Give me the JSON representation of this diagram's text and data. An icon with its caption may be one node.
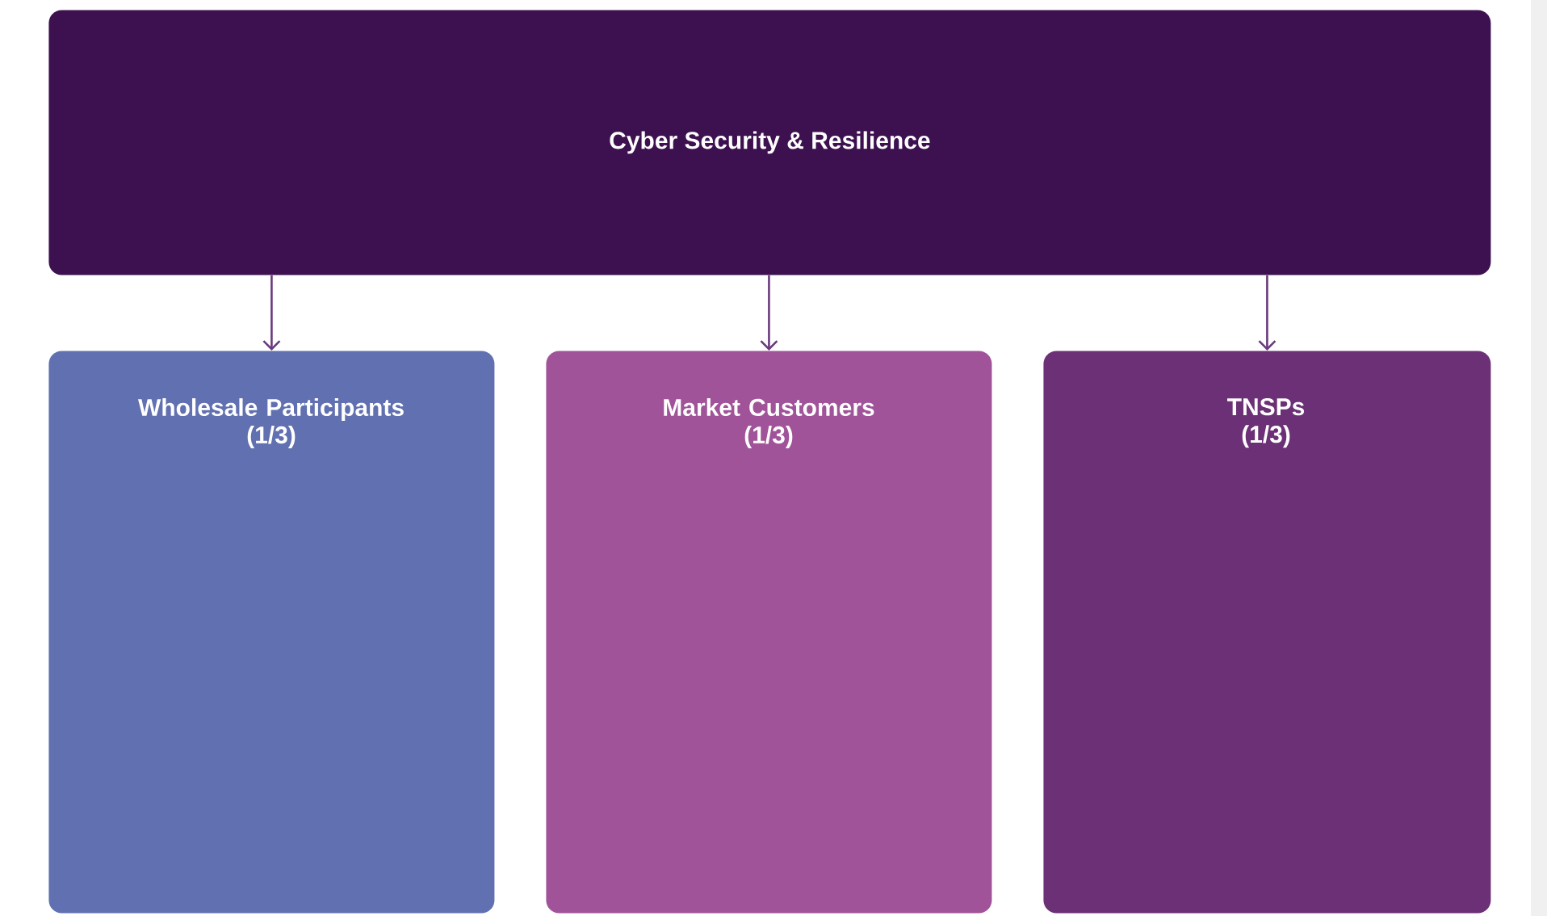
{
  "diagram": {
    "nodes": [
      {
        "text": [
          "Cyber Security & Resilience"
        ]
      },
      {
        "text": [
          "Wholesale Participants",
          "(1/3)"
        ]
      },
      {
        "text": [
          "Market Customers",
          "(1/3)"
        ]
      },
      {
        "text": [
          "TNSPs",
          "(1/3)"
        ]
      }
    ],
    "edges": [
      {
        "from": 0,
        "to": 1,
        "arrow": "to"
      },
      {
        "from": 0,
        "to": 2,
        "arrow": "to"
      },
      {
        "from": 0,
        "to": 3,
        "arrow": "to"
      }
    ]
  }
}
